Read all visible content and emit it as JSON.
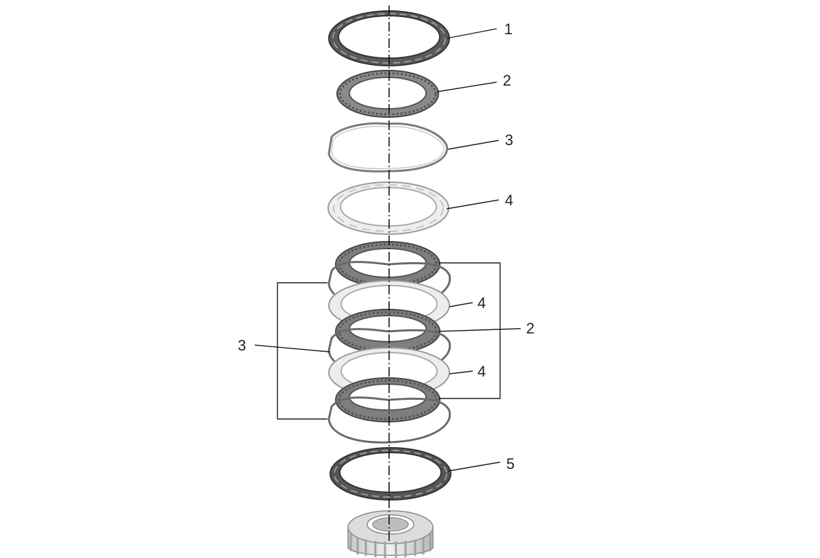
{
  "diagram": {
    "callouts": {
      "c1": "1",
      "c2_top": "2",
      "c3_top": "3",
      "c4_top": "4",
      "c4_mid": "4",
      "c2_group": "2",
      "c3_group": "3",
      "c4_low": "4",
      "c5": "5"
    },
    "colors": {
      "steel_plate": "#4a4a4a",
      "friction_plate": "#7a7a7a",
      "separator_plate": "#e6e6e6",
      "wave_spring": "#8a8a8a",
      "hub": "#d0d0d0",
      "line": "#1a1a1a"
    }
  }
}
